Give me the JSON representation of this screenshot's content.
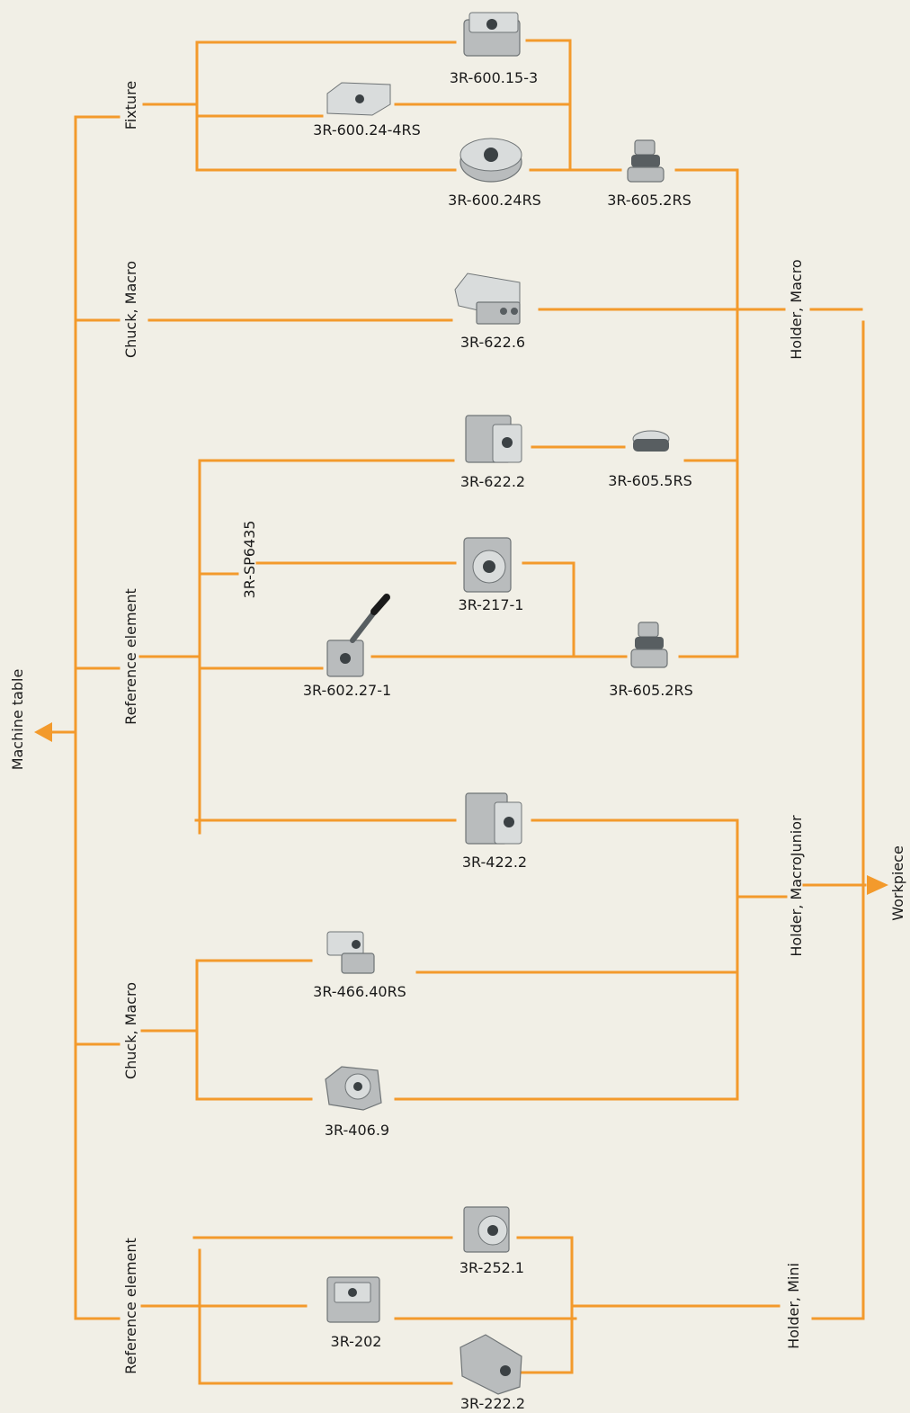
{
  "colors": {
    "background": "#f1efe6",
    "line": "#f39a2c",
    "text": "#1a1a1a"
  },
  "labels": {
    "machine_table": "Machine table",
    "workpiece": "Workpiece",
    "fixture": "Fixture",
    "chuck_macro_1": "Chuck, Macro",
    "reference_element_1": "Reference element",
    "chuck_macro_2": "Chuck, Macro",
    "reference_element_2": "Reference element",
    "sp6435": "3R-SP6435",
    "holder_macro": "Holder, Macro",
    "holder_macrojunior": "Holder, MacroJunior",
    "holder_mini": "Holder, Mini"
  },
  "parts": {
    "p600_15_3": "3R-600.15-3",
    "p600_24_4rs": "3R-600.24-4RS",
    "p600_24rs": "3R-600.24RS",
    "p605_2rs_top": "3R-605.2RS",
    "p622_6": "3R-622.6",
    "p622_2": "3R-622.2",
    "p605_5rs": "3R-605.5RS",
    "p217_1": "3R-217-1",
    "p602_27_1": "3R-602.27-1",
    "p605_2rs_mid": "3R-605.2RS",
    "p422_2": "3R-422.2",
    "p466_40rs": "3R-466.40RS",
    "p406_9": "3R-406.9",
    "p252_1": "3R-252.1",
    "p202": "3R-202",
    "p222_2": "3R-222.2"
  }
}
